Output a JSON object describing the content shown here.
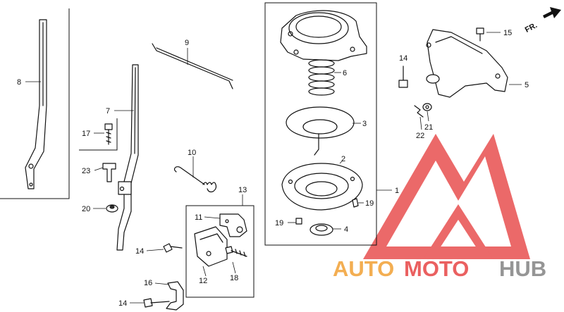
{
  "direction": {
    "label": "FR."
  },
  "callouts": {
    "p1": "1",
    "p2": "2",
    "p3": "3",
    "p4": "4",
    "p5": "5",
    "p6": "6",
    "p7": "7",
    "p8": "8",
    "p9": "9",
    "p10": "10",
    "p11": "11",
    "p12": "12",
    "p13": "13",
    "p14a": "14",
    "p14b": "14",
    "p14c": "14",
    "p15": "15",
    "p16": "16",
    "p17": "17",
    "p18": "18",
    "p19a": "19",
    "p19b": "19",
    "p20": "20",
    "p21": "21",
    "p22": "22",
    "p23": "23"
  },
  "watermark": {
    "auto": "AUTO",
    "moto": "MOTO",
    "hub": "HUB"
  },
  "colors": {
    "watermark_red": "#e84f4f",
    "watermark_orange": "#f2a640",
    "watermark_gray": "#8a8a8a",
    "ink": "#111111"
  }
}
